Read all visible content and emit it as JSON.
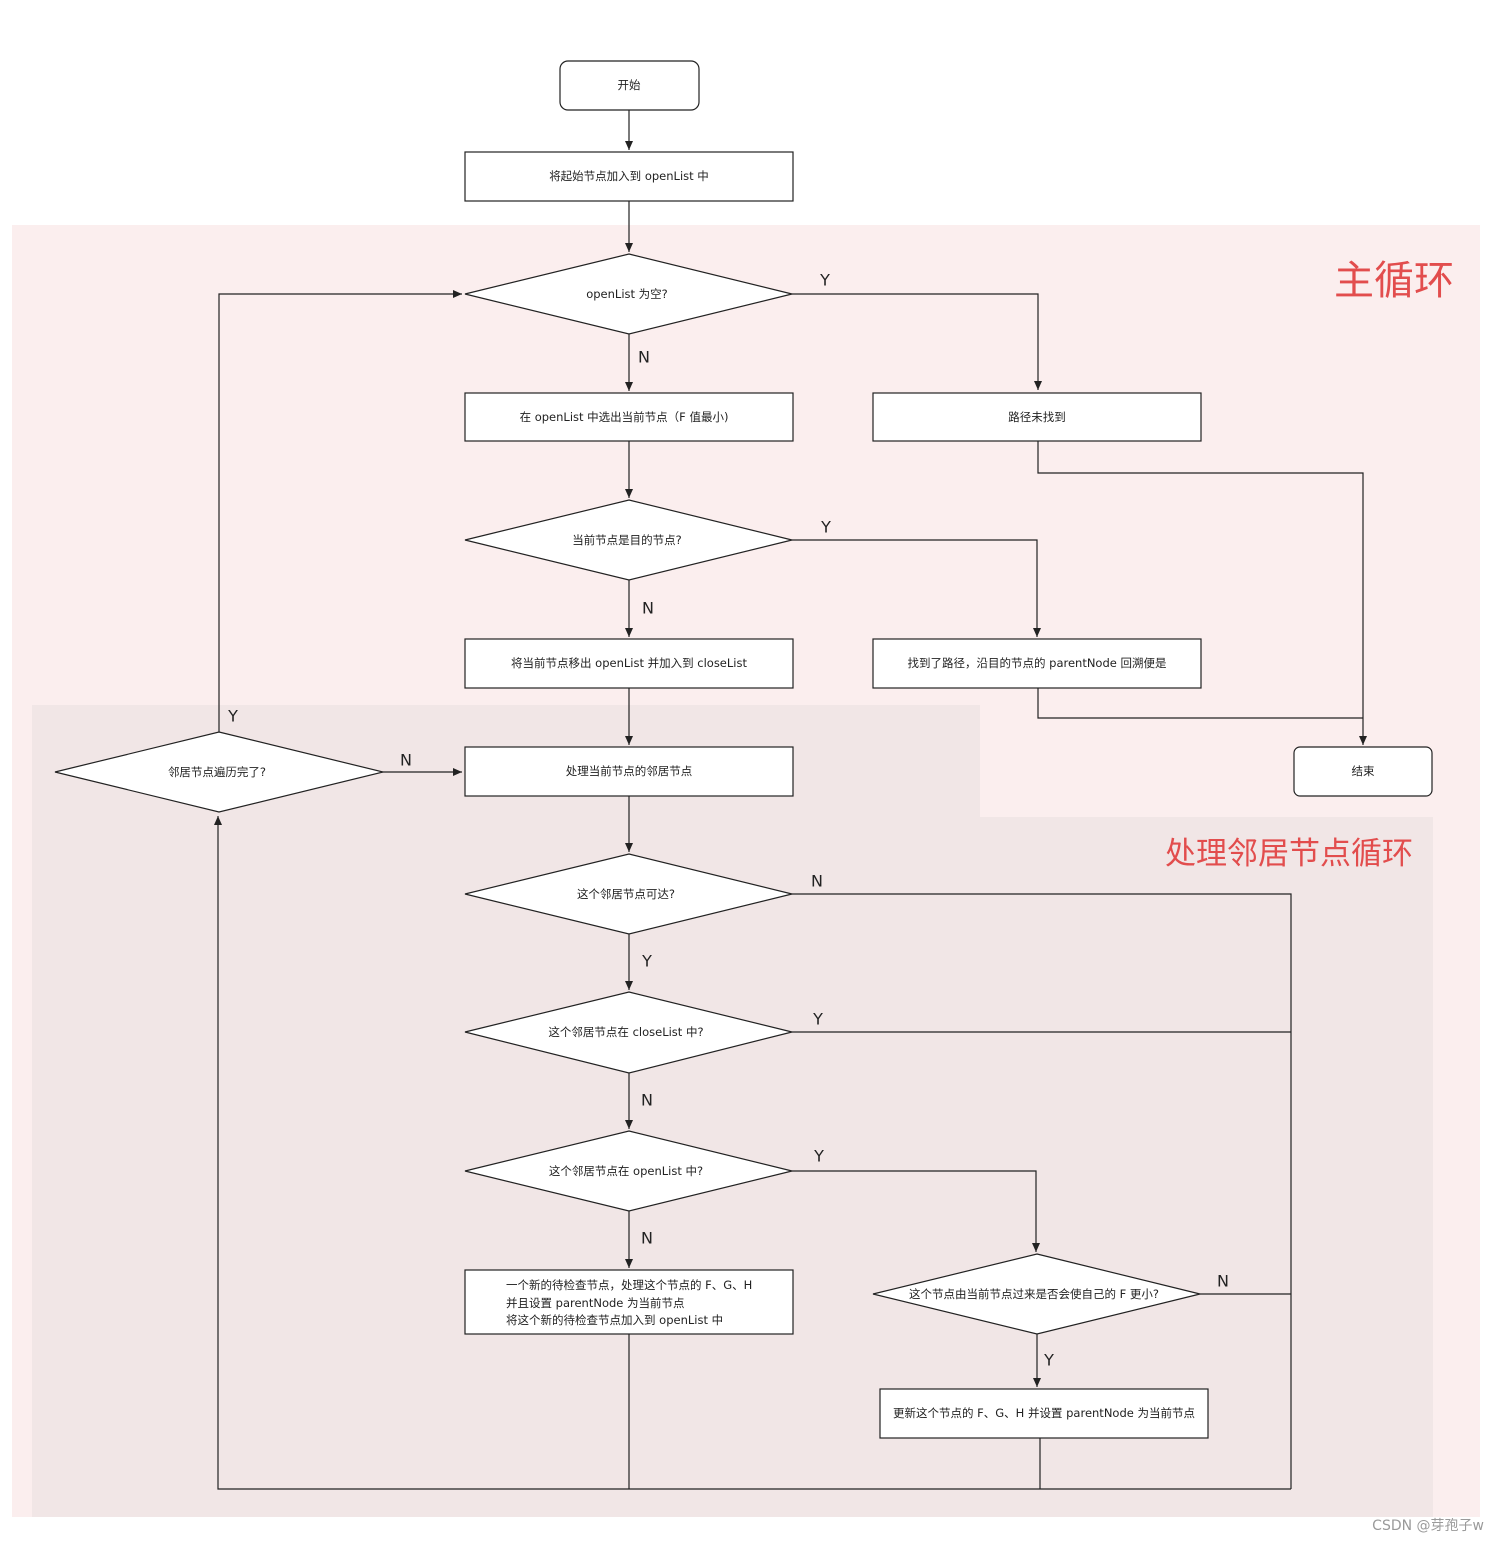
{
  "regions": {
    "main_loop": "主循环",
    "neighbor_loop": "处理邻居节点循环"
  },
  "nodes": {
    "start": "开始",
    "add_start": "将起始节点加入到 openList 中",
    "openlist_empty": "openList 为空?",
    "select_current": "在 openList 中选出当前节点（F 值最小)",
    "path_not_found": "路径未找到",
    "is_target": "当前节点是目的节点?",
    "move_to_close": "将当前节点移出 openList 并加入到 closeList",
    "path_found": "找到了路径，沿目的节点的 parentNode 回溯便是",
    "end": "结束",
    "neighbors_done": "邻居节点遍历完了?",
    "process_neighbor": "处理当前节点的邻居节点",
    "reachable": "这个邻居节点可达?",
    "in_closelist": "这个邻居节点在 closeList 中?",
    "in_openlist": "这个邻居节点在 openList 中?",
    "new_node_line1": "一个新的待检查节点，处理这个节点的 F、G、H",
    "new_node_line2": "并且设置 parentNode 为当前节点",
    "new_node_line3": "将这个新的待检查节点加入到 openList 中",
    "smaller_f": "这个节点由当前节点过来是否会使自己的 F 更小?",
    "update_node": "更新这个节点的 F、G、H 并设置 parentNode 为当前节点"
  },
  "edge_labels": {
    "openlist_empty_yes": "Y",
    "openlist_empty_no": "N",
    "is_target_yes": "Y",
    "is_target_no": "N",
    "neighbors_done_yes": "Y",
    "neighbors_done_no": "N",
    "reachable_no": "N",
    "reachable_yes": "Y",
    "in_closelist_yes": "Y",
    "in_closelist_no": "N",
    "in_openlist_yes": "Y",
    "in_openlist_no": "N",
    "smaller_f_no": "N",
    "smaller_f_yes": "Y"
  },
  "watermark": "CSDN @芽孢子w",
  "colors": {
    "main_region": "#fbeeee",
    "neighbor_region": "#f1e6e6",
    "region_title": "#e24d4d",
    "stroke": "#222222"
  }
}
